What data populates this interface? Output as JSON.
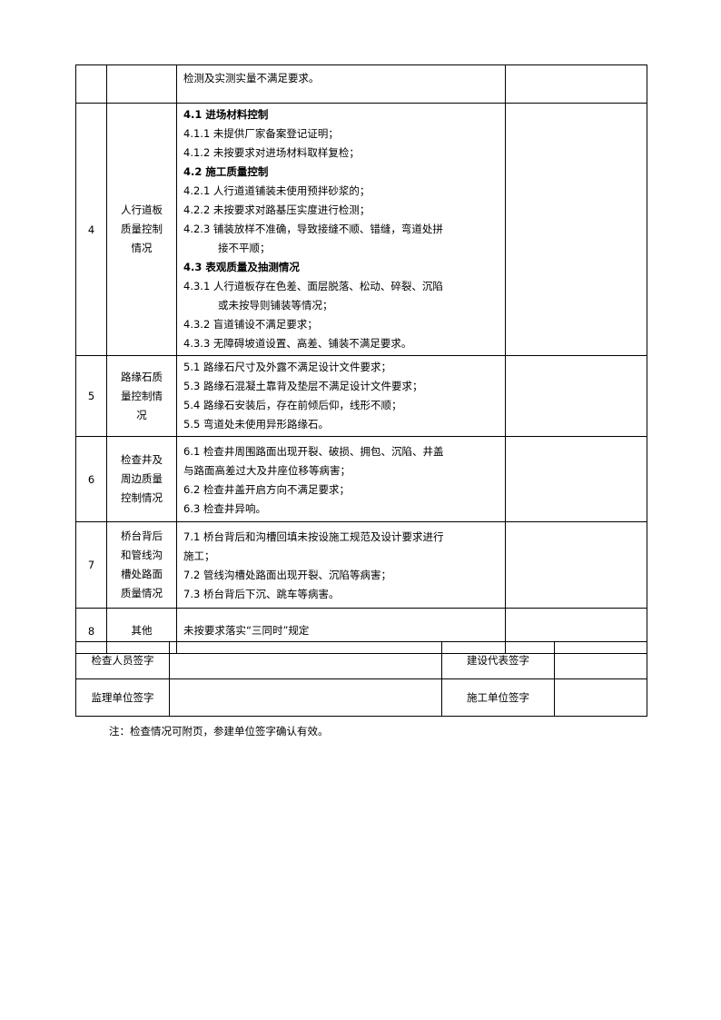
{
  "rows": [
    {
      "num": "",
      "category": [],
      "lines": [
        {
          "text": "检测及实测实量不满足要求。",
          "style": ""
        }
      ]
    },
    {
      "num": "4",
      "category": [
        "人行道板",
        "质量控制",
        "情况"
      ],
      "lines": [
        {
          "text": "4.1 进场材料控制",
          "style": "bold"
        },
        {
          "text": "4.1.1 未提供厂家备案登记证明；",
          "style": ""
        },
        {
          "text": "4.1.2 未按要求对进场材料取样复检；",
          "style": ""
        },
        {
          "text": "4.2 施工质量控制",
          "style": "bold"
        },
        {
          "text": "4.2.1 人行道道铺装未使用预拌砂浆的；",
          "style": ""
        },
        {
          "text": "4.2.2 未按要求对路基压实度进行检测；",
          "style": ""
        },
        {
          "text": "4.2.3 铺装放样不准确，导致接缝不顺、错缝，弯道处拼",
          "style": ""
        },
        {
          "text": "接不平顺；",
          "style": "indent"
        },
        {
          "text": "4.3 表观质量及抽测情况",
          "style": "bold"
        },
        {
          "text": "4.3.1 人行道板存在色差、面层脱落、松动、碎裂、沉陷",
          "style": ""
        },
        {
          "text": "或未按导则铺装等情况；",
          "style": "indent"
        },
        {
          "text": "4.3.2 盲道铺设不满足要求；",
          "style": ""
        },
        {
          "text": "4.3.3 无障碍坡道设置、高差、铺装不满足要求。",
          "style": ""
        }
      ]
    },
    {
      "num": "5",
      "category": [
        "路缘石质",
        "量控制情",
        "况"
      ],
      "lines": [
        {
          "text": "5.1 路缘石尺寸及外露不满足设计文件要求；",
          "style": ""
        },
        {
          "text": "5.3 路缘石混凝土靠背及垫层不满足设计文件要求；",
          "style": ""
        },
        {
          "text": "5.4 路缘石安装后，存在前倾后仰，线形不顺；",
          "style": ""
        },
        {
          "text": "5.5 弯道处未使用异形路缘石。",
          "style": ""
        }
      ]
    },
    {
      "num": "6",
      "category": [
        "检查井及",
        "周边质量",
        "控制情况"
      ],
      "lines": [
        {
          "text": "6.1 检查井周围路面出现开裂、破损、拥包、沉陷、井盖",
          "style": ""
        },
        {
          "text": "与路面高差过大及井座位移等病害；",
          "style": ""
        },
        {
          "text": "6.2 检查井盖开启方向不满足要求；",
          "style": ""
        },
        {
          "text": "6.3 检查井异响。",
          "style": ""
        }
      ]
    },
    {
      "num": "7",
      "category": [
        "桥台背后",
        "和管线沟",
        "槽处路面",
        "质量情况"
      ],
      "lines": [
        {
          "text": "7.1 桥台背后和沟槽回填未按设施工规范及设计要求进行",
          "style": ""
        },
        {
          "text": "施工；",
          "style": ""
        },
        {
          "text": "7.2 管线沟槽处路面出现开裂、沉陷等病害；",
          "style": ""
        },
        {
          "text": "7.3 桥台背后下沉、跳车等病害。",
          "style": ""
        }
      ]
    },
    {
      "num": "8",
      "category": [
        "其他"
      ],
      "lines": [
        {
          "text": "未按要求落实“三同时”规定",
          "style": ""
        }
      ]
    }
  ],
  "signatures": [
    {
      "left_label": "检查人员签字",
      "right_label": "建设代表签字"
    },
    {
      "left_label": "监理单位签字",
      "right_label": "施工单位签字"
    }
  ],
  "note": "注：检查情况可附页，参建单位签字确认有效。"
}
